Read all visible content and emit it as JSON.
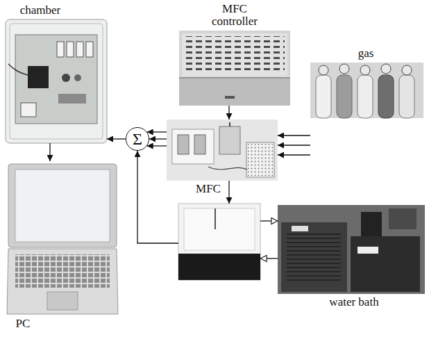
{
  "diagram": {
    "nodes": [
      {
        "text": [
          "MFC controller"
        ]
      },
      {
        "text": [
          "chamber"
        ]
      },
      {
        "text": [
          "gas"
        ]
      },
      {
        "text": [
          "Σ"
        ]
      },
      {
        "text": [
          "MFC"
        ]
      },
      {
        "text": []
      },
      {
        "text": [
          "water bath"
        ]
      },
      {
        "text": [
          "PC"
        ]
      }
    ],
    "edges": [
      {
        "from": 0,
        "to": 4,
        "arrow": "to"
      },
      {
        "from": 2,
        "to": 4,
        "arrow": "to"
      },
      {
        "from": 2,
        "to": 4,
        "arrow": "to"
      },
      {
        "from": 2,
        "to": 4,
        "arrow": "to"
      },
      {
        "from": 4,
        "to": 3,
        "arrow": "to"
      },
      {
        "from": 4,
        "to": 3,
        "arrow": "to"
      },
      {
        "from": 4,
        "to": 3,
        "arrow": "to"
      },
      {
        "from": 4,
        "to": 5,
        "arrow": "to"
      },
      {
        "from": 5,
        "to": 3,
        "arrow": "to"
      },
      {
        "from": 5,
        "to": 6,
        "arrow": "to"
      },
      {
        "from": 6,
        "to": 5,
        "arrow": "to"
      },
      {
        "from": 3,
        "to": 1,
        "arrow": "to"
      },
      {
        "from": 1,
        "to": 7,
        "arrow": "to"
      }
    ]
  }
}
